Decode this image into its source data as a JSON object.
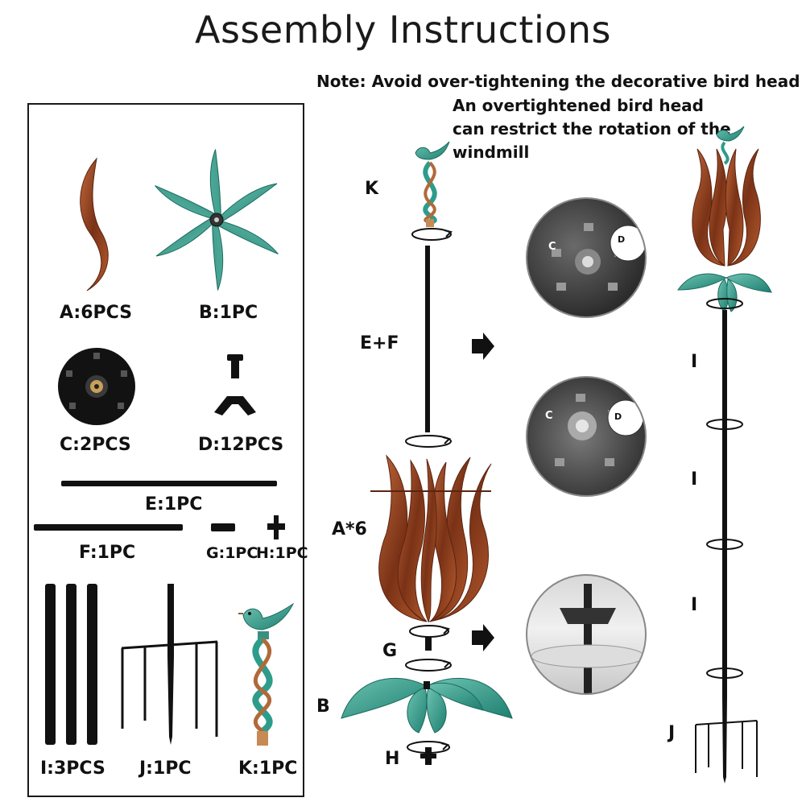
{
  "title": "Assembly Instructions",
  "note": {
    "line1": "Note: Avoid over-tightening the decorative bird head",
    "line2": "An overtightened bird head",
    "line3": "can restrict the rotation of the",
    "line4": "windmill"
  },
  "parts": {
    "a": "A:6PCS",
    "b": "B:1PC",
    "c": "C:2PCS",
    "d": "D:12PCS",
    "e": "E:1PC",
    "f": "F:1PC",
    "g": "G:1PC",
    "h": "H:1PC",
    "i": "I:3PCS",
    "j": "J:1PC",
    "k": "K:1PC"
  },
  "steps": {
    "k": "K",
    "ef": "E+F",
    "a6": "A*6",
    "g": "G",
    "b": "B",
    "h": "H",
    "i1": "I",
    "i2": "I",
    "i3": "I",
    "j": "J",
    "c1": "C",
    "d1": "D",
    "c2": "C",
    "d2": "D"
  },
  "colors": {
    "copper": "#8a3e1c",
    "copper_light": "#c0683a",
    "teal": "#2e9c8a",
    "teal_light": "#6cc3b2",
    "black": "#111111"
  }
}
